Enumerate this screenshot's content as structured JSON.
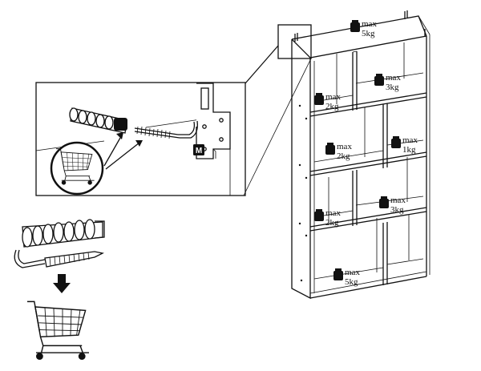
{
  "weights": [
    {
      "id": "top",
      "line1": "max",
      "line2": "5kg"
    },
    {
      "id": "r1-left",
      "line1": "max",
      "line2": "2kg"
    },
    {
      "id": "r1-right",
      "line1": "max",
      "line2": "3kg"
    },
    {
      "id": "r2-left",
      "line1": "max",
      "line2": "2kg"
    },
    {
      "id": "r2-right",
      "line1": "max",
      "line2": "1kg"
    },
    {
      "id": "r3-left",
      "line1": "max",
      "line2": "2kg"
    },
    {
      "id": "r3-right",
      "line1": "max",
      "line2": "3kg"
    },
    {
      "id": "bottom",
      "line1": "max",
      "line2": "5kg"
    }
  ],
  "bracket_label": "M",
  "colors": {
    "ink": "#111111",
    "background": "#ffffff"
  }
}
